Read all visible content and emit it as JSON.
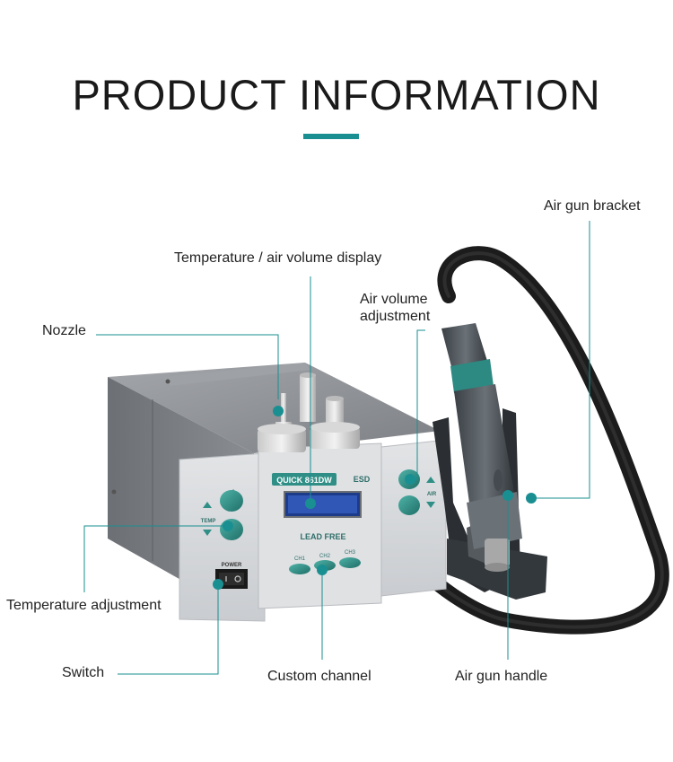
{
  "header": {
    "title": "PRODUCT INFORMATION"
  },
  "callouts": {
    "air_gun_bracket": "Air gun bracket",
    "display": "Temperature / air volume display",
    "air_volume_line1": "Air volume",
    "air_volume_line2": "adjustment",
    "nozzle": "Nozzle",
    "temperature_adjustment": "Temperature adjustment",
    "switch": "Switch",
    "custom_channel": "Custom channel",
    "air_gun_handle": "Air gun handle"
  },
  "device": {
    "brand": "QUICK 861DW",
    "esd": "ESD",
    "lead_free": "LEAD FREE",
    "temp_label": "TEMP",
    "air_label": "AIR",
    "power_label": "POWER",
    "channels": [
      "CH1",
      "CH2",
      "CH3"
    ]
  },
  "colors": {
    "accent": "#1a8f91",
    "body_gray": "#8f9296",
    "panel": "#d7d9dc",
    "button": "#2c8a82"
  }
}
